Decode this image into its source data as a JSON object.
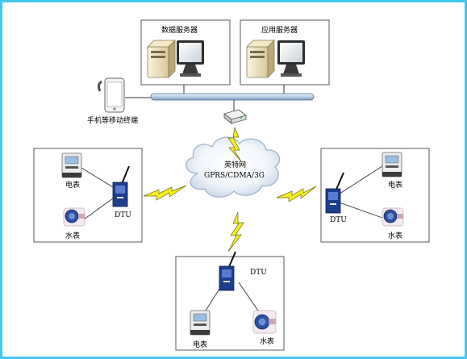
{
  "servers": {
    "data_server_label": "数据服务器",
    "app_server_label": "应用服务器"
  },
  "mobile_label": "手机等移动终端",
  "cloud": {
    "name": "英特网",
    "protocols": "GPRS/CDMA/3G"
  },
  "sites": {
    "left": {
      "electric": "电表",
      "water": "水表",
      "dtu": "DTU"
    },
    "right": {
      "electric": "电表",
      "water": "水表",
      "dtu": "DTU"
    },
    "bottom": {
      "electric": "电表",
      "water": "水表",
      "dtu": "DTU"
    }
  },
  "colors": {
    "frame": "#44c7ea",
    "lightning": "#f5ee1c",
    "bus": "#c9dcee",
    "dtu": "#1d3e8c"
  }
}
